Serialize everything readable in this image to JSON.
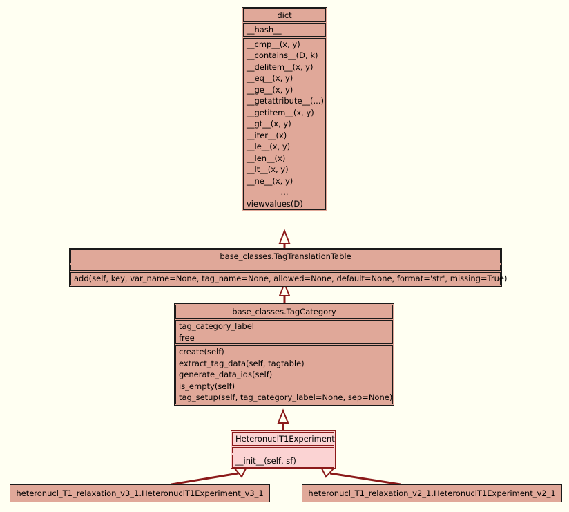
{
  "diagram": {
    "title": "UML class inheritance diagram",
    "background_color": "#fffff2",
    "class_fill_color": "#e0a899",
    "class_border_color": "#1a1a1a",
    "highlight_fill_color": "#fbd3d3",
    "highlight_border_color": "#8b1a1a",
    "edge_color": "#8b1a1a"
  },
  "classes": {
    "dict": {
      "name": "dict",
      "attributes": [
        "__hash__"
      ],
      "methods": [
        "__cmp__(x, y)",
        "__contains__(D, k)",
        "__delitem__(x, y)",
        "__eq__(x, y)",
        "__ge__(x, y)",
        "__getattribute__(...)",
        "__getitem__(x, y)",
        "__gt__(x, y)",
        "__iter__(x)",
        "__le__(x, y)",
        "__len__(x)",
        "__lt__(x, y)",
        "__ne__(x, y)",
        "...",
        "viewvalues(D)"
      ]
    },
    "tag_translation_table": {
      "name": "base_classes.TagTranslationTable",
      "attributes": [],
      "methods": [
        "add(self, key, var_name=None, tag_name=None, allowed=None, default=None, format='str', missing=True)"
      ]
    },
    "tag_category": {
      "name": "base_classes.TagCategory",
      "attributes": [
        "tag_category_label",
        "free"
      ],
      "methods": [
        "create(self)",
        "extract_tag_data(self, tagtable)",
        "generate_data_ids(self)",
        "is_empty(self)",
        "tag_setup(self, tag_category_label=None, sep=None)"
      ]
    },
    "heteronucl_t1_experiment": {
      "name": "HeteronuclT1Experiment",
      "attributes": [],
      "methods": [
        "__init__(self, sf)"
      ]
    },
    "leaf_v3_1": {
      "name": "heteronucl_T1_relaxation_v3_1.HeteronuclT1Experiment_v3_1"
    },
    "leaf_v2_1": {
      "name": "heteronucl_T1_relaxation_v2_1.HeteronuclT1Experiment_v2_1"
    }
  },
  "relationships": [
    {
      "from": "base_classes.TagTranslationTable",
      "to": "dict",
      "type": "inheritance"
    },
    {
      "from": "base_classes.TagCategory",
      "to": "base_classes.TagTranslationTable",
      "type": "inheritance"
    },
    {
      "from": "HeteronuclT1Experiment",
      "to": "base_classes.TagCategory",
      "type": "inheritance"
    },
    {
      "from": "heteronucl_T1_relaxation_v3_1.HeteronuclT1Experiment_v3_1",
      "to": "HeteronuclT1Experiment",
      "type": "inheritance"
    },
    {
      "from": "heteronucl_T1_relaxation_v2_1.HeteronuclT1Experiment_v2_1",
      "to": "HeteronuclT1Experiment",
      "type": "inheritance"
    }
  ]
}
